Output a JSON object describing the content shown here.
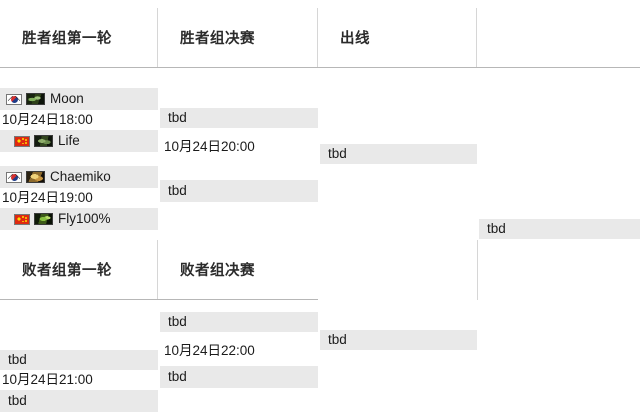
{
  "bracket": {
    "upper": {
      "headers": [
        {
          "label": "胜者组第一轮"
        },
        {
          "label": "胜者组决赛"
        },
        {
          "label": "出线"
        }
      ],
      "matches": [
        {
          "id": "wb-r1-m1",
          "top": {
            "name": "Moon",
            "flag": "south-korea",
            "race": "night-elf"
          },
          "date": "10月24日18:00",
          "bottom": {
            "name": "Life",
            "flag": "china",
            "race": "undead"
          }
        },
        {
          "id": "wb-r1-m2",
          "top": {
            "name": "Chaemiko",
            "flag": "south-korea",
            "race": "human"
          },
          "date": "10月24日19:00",
          "bottom": {
            "name": "Fly100%",
            "flag": "china",
            "race": "orc"
          }
        }
      ],
      "final": {
        "id": "wb-final",
        "top": "tbd",
        "date": "10月24日20:00",
        "bottom": "tbd"
      },
      "qualified": {
        "id": "wb-qualified",
        "label": "tbd"
      }
    },
    "lower": {
      "headers": [
        {
          "label": "败者组第一轮"
        },
        {
          "label": "败者组决赛"
        }
      ],
      "round1": {
        "id": "lb-r1-m1",
        "top": "tbd",
        "date": "10月24日21:00",
        "bottom": "tbd"
      },
      "final": {
        "id": "lb-final",
        "top": "tbd",
        "date": "10月24日22:00",
        "bottom": "tbd"
      },
      "qualified": {
        "id": "lb-qualified",
        "label": "tbd"
      }
    },
    "grand": {
      "id": "grand-qualified",
      "label": "tbd"
    }
  },
  "colors": {
    "slot_background": "#e9e9e9",
    "date_background": "#ffffff",
    "border": "#d6d6d6",
    "header_rule": "#b7b7b7",
    "text": "#1b1b1b"
  }
}
